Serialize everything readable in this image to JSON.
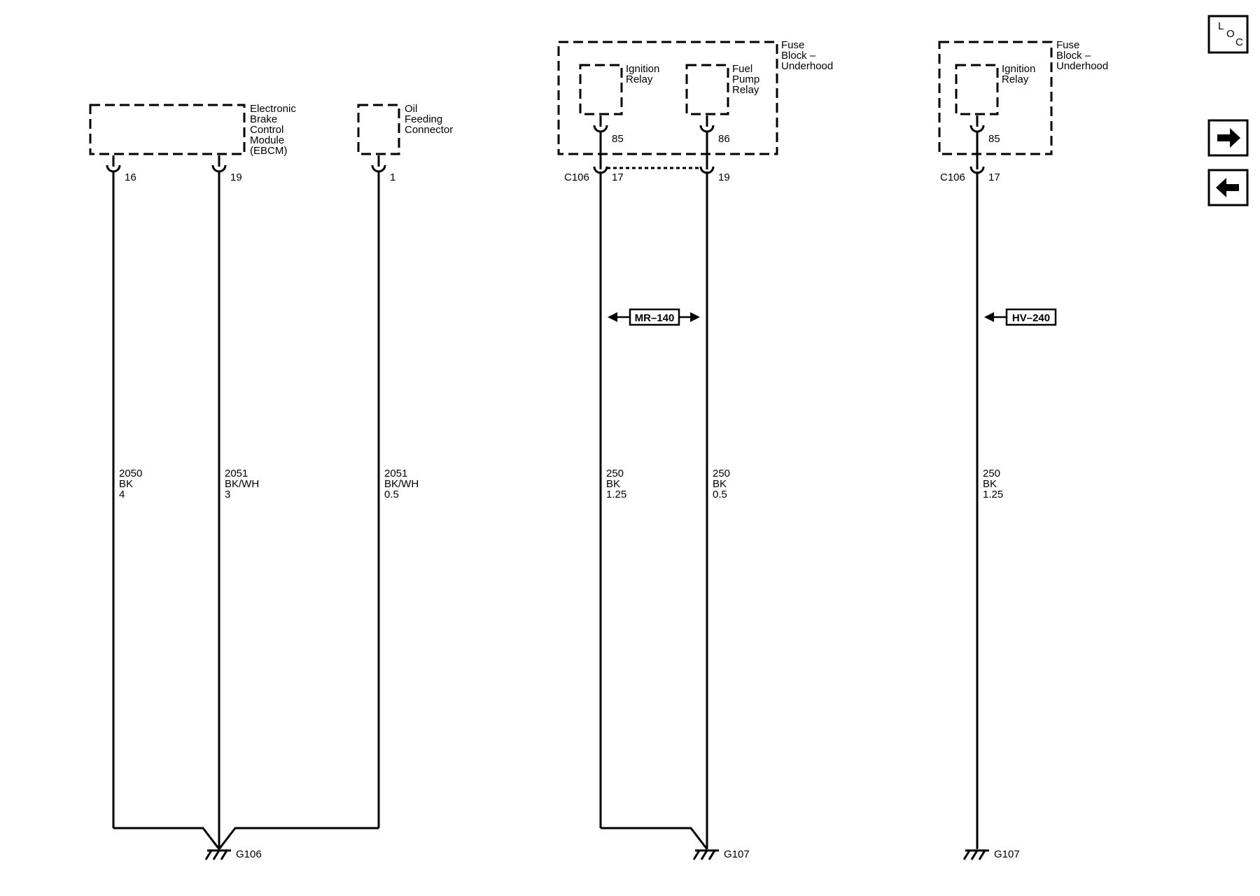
{
  "components": {
    "ebcm": [
      "Electronic",
      "Brake",
      "Control",
      "Module",
      "(EBCM)"
    ],
    "oil": [
      "Oil",
      "Feeding",
      "Connector"
    ],
    "fuse_block_1": [
      "Fuse",
      "Block –",
      "Underhood"
    ],
    "fuse_block_2": [
      "Fuse",
      "Block –",
      "Underhood"
    ],
    "ignition_relay_1": [
      "Ignition",
      "Relay"
    ],
    "fuel_pump_relay": [
      "Fuel",
      "Pump",
      "Relay"
    ],
    "ignition_relay_2": [
      "Ignition",
      "Relay"
    ]
  },
  "pins": {
    "ebcm_16": "16",
    "ebcm_19": "19",
    "oil_1": "1",
    "ign1_85": "85",
    "fp_86": "86",
    "ign2_85": "85",
    "c106_17_a": "17",
    "c106_19": "19",
    "c106_17_b": "17"
  },
  "connectors": {
    "c106_a": "C106",
    "c106_b": "C106"
  },
  "wires": [
    {
      "circuit": "2050",
      "color": "BK",
      "size": "4"
    },
    {
      "circuit": "2051",
      "color": "BK/WH",
      "size": "3"
    },
    {
      "circuit": "2051",
      "color": "BK/WH",
      "size": "0.5"
    },
    {
      "circuit": "250",
      "color": "BK",
      "size": "1.25"
    },
    {
      "circuit": "250",
      "color": "BK",
      "size": "0.5"
    },
    {
      "circuit": "250",
      "color": "BK",
      "size": "1.25"
    }
  ],
  "references": {
    "mr": "MR–140",
    "hv": "HV–240"
  },
  "grounds": {
    "g106": "G106",
    "g107_a": "G107",
    "g107_b": "G107"
  },
  "nav": {
    "loc_letters": [
      "L",
      "O",
      "C"
    ]
  }
}
